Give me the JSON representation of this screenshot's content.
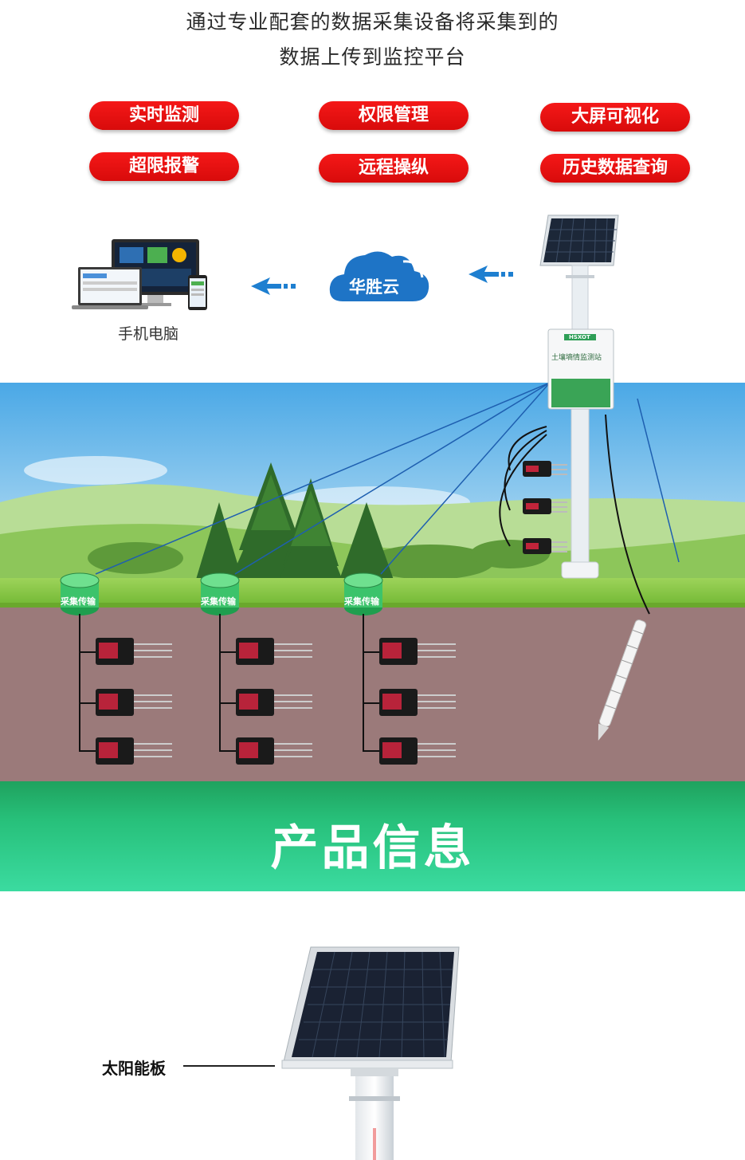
{
  "intro": {
    "line1": "通过专业配套的数据采集设备将采集到的",
    "line2": "数据上传到监控平台"
  },
  "features": [
    {
      "label": "实时监测"
    },
    {
      "label": "权限管理"
    },
    {
      "label": "大屏可视化"
    },
    {
      "label": "超限报警"
    },
    {
      "label": "远程操纵"
    },
    {
      "label": "历史数据查询"
    }
  ],
  "diagram": {
    "devices_caption": "手机电脑",
    "cloud_label": "华胜云",
    "collector_label": "采集传输",
    "sensor_brand": "HSXOT",
    "station_label": "土壤墒情监测站"
  },
  "section": {
    "title": "产品信息"
  },
  "product": {
    "solar_panel_label": "太阳能板"
  },
  "colors": {
    "pill_red": "#e50f0f",
    "band_green": "#27c07a",
    "cloud_blue": "#1e7fd0",
    "soil": "#9b7a7a"
  }
}
